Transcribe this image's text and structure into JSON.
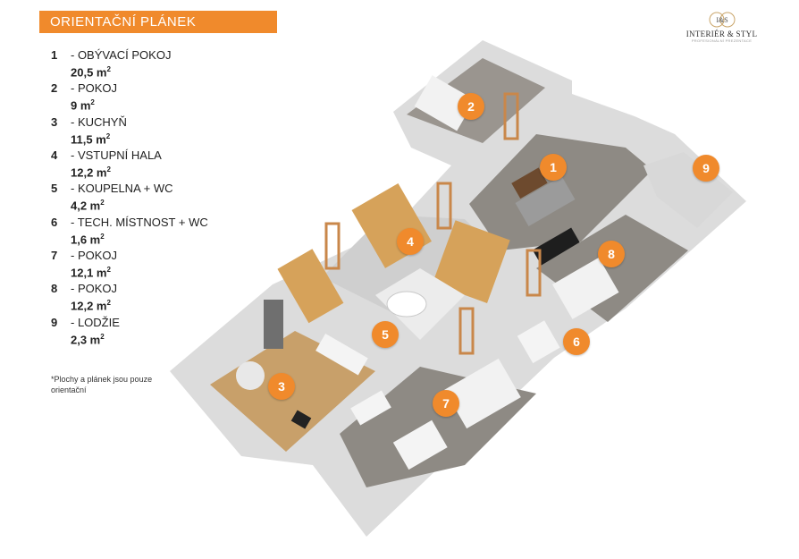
{
  "header": {
    "title": "ORIENTAČNÍ PLÁNEK MÍSTNOSTÍ"
  },
  "logo": {
    "monogram": "I&S",
    "brand": "INTERIÉR & STYL",
    "tagline": "PROFESIONÁLNÍ PREZENTACE"
  },
  "rooms": [
    {
      "num": "1",
      "name": "- OBÝVACÍ POKOJ",
      "area": "20,5 m",
      "unit_exp": "2"
    },
    {
      "num": "2",
      "name": "- POKOJ",
      "area": "9 m",
      "unit_exp": "2"
    },
    {
      "num": "3",
      "name": "- KUCHYŇ",
      "area": "11,5 m",
      "unit_exp": "2"
    },
    {
      "num": "4",
      "name": "- VSTUPNÍ HALA",
      "area": "12,2 m",
      "unit_exp": "2"
    },
    {
      "num": "5",
      "name": "- KOUPELNA + WC",
      "area": "4,2 m",
      "unit_exp": "2"
    },
    {
      "num": "6",
      "name": "- TECH. MÍSTNOST + WC",
      "area": "1,6 m",
      "unit_exp": "2"
    },
    {
      "num": "7",
      "name": "- POKOJ",
      "area": "12,1 m",
      "unit_exp": "2"
    },
    {
      "num": "8",
      "name": "- POKOJ",
      "area": "12,2 m",
      "unit_exp": "2"
    },
    {
      "num": "9",
      "name": "- LODŽIE",
      "area": "2,3 m",
      "unit_exp": "2"
    }
  ],
  "note": "*Plochy a plánek jsou pouze orientační",
  "markers": [
    "1",
    "2",
    "3",
    "4",
    "5",
    "6",
    "7",
    "8",
    "9"
  ],
  "colors": {
    "accent": "#f08a2c",
    "wall": "#e6e6e6",
    "floor_wood": "#c8a06a",
    "floor_grey": "#8e8a84"
  }
}
